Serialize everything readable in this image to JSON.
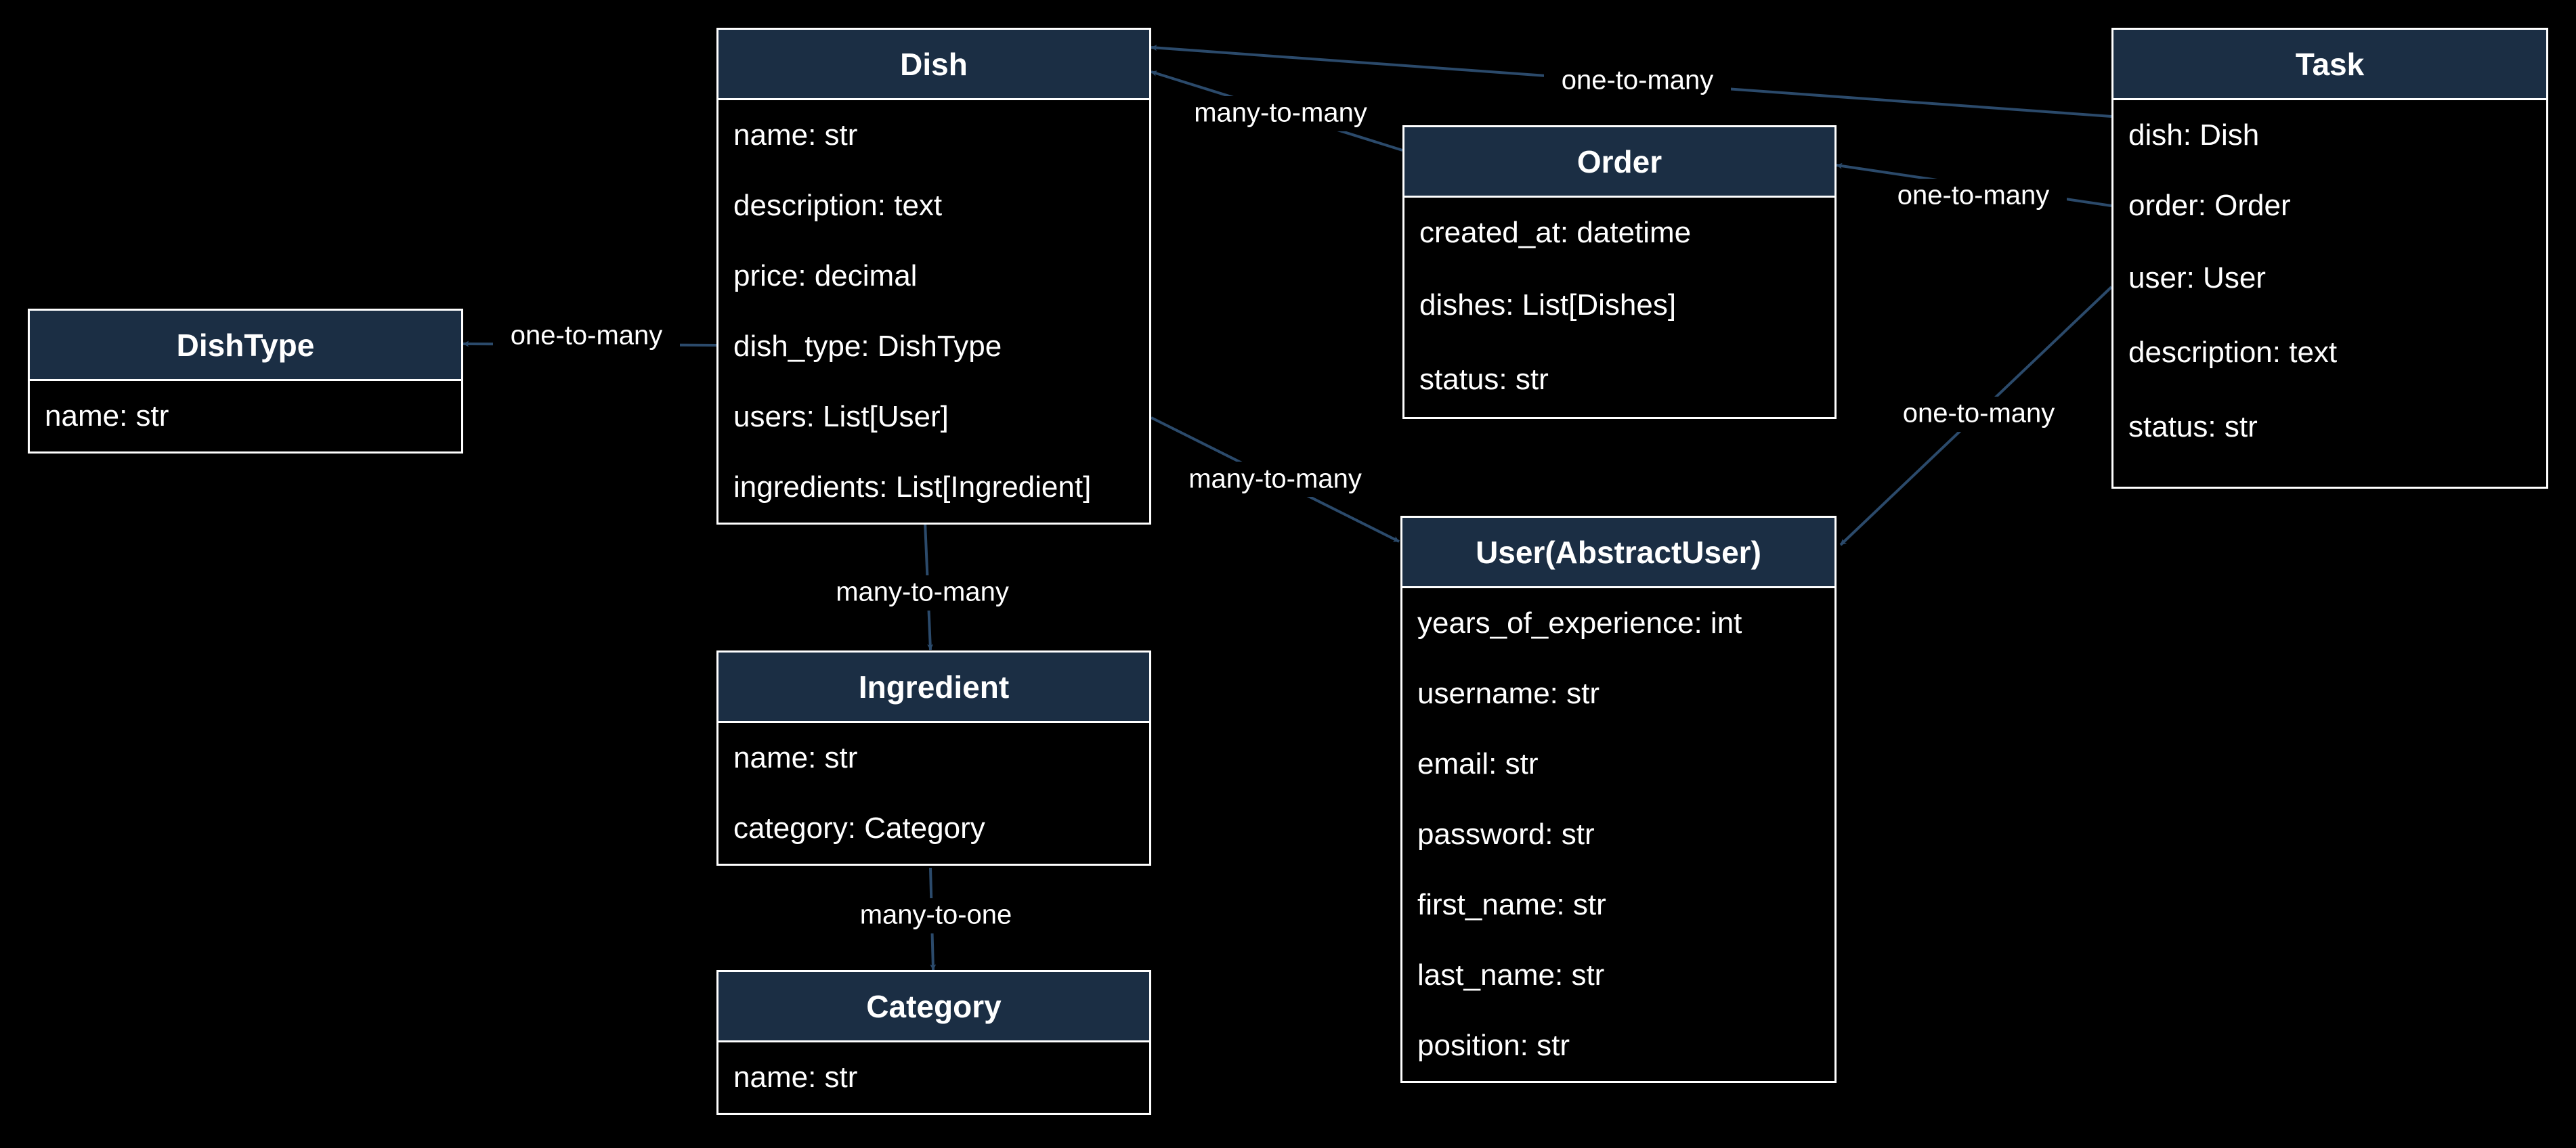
{
  "colors": {
    "background": "#000000",
    "header_fill": "#1b2e44",
    "border": "#ffffff",
    "connector": "#2b4a6b",
    "text": "#ffffff"
  },
  "entities": {
    "dish": {
      "title": "Dish",
      "fields": [
        "name: str",
        "description: text",
        "price: decimal",
        "dish_type: DishType",
        "users: List[User]",
        "ingredients: List[Ingredient]"
      ]
    },
    "dishtype": {
      "title": "DishType",
      "fields": [
        "name: str"
      ]
    },
    "order": {
      "title": "Order",
      "fields": [
        "created_at: datetime",
        "dishes: List[Dishes]",
        "status: str"
      ]
    },
    "task": {
      "title": "Task",
      "fields": [
        "dish: Dish",
        "order: Order",
        "user: User",
        "description: text",
        "status: str"
      ]
    },
    "user": {
      "title": "User(AbstractUser)",
      "fields": [
        "years_of_experience: int",
        "username: str",
        "email: str",
        "password: str",
        "first_name: str",
        "last_name: str",
        "position: str"
      ]
    },
    "ingredient": {
      "title": "Ingredient",
      "fields": [
        "name: str",
        "category: Category"
      ]
    },
    "category": {
      "title": "Category",
      "fields": [
        "name: str"
      ]
    }
  },
  "relationships": [
    {
      "id": "task-dish",
      "label": "one-to-many"
    },
    {
      "id": "order-dish",
      "label": "many-to-many"
    },
    {
      "id": "task-order",
      "label": "one-to-many"
    },
    {
      "id": "dish-dishtype",
      "label": "one-to-many"
    },
    {
      "id": "dish-user",
      "label": "many-to-many"
    },
    {
      "id": "task-user",
      "label": "one-to-many"
    },
    {
      "id": "dish-ingredient",
      "label": "many-to-many"
    },
    {
      "id": "ingredient-category",
      "label": "many-to-one"
    }
  ]
}
